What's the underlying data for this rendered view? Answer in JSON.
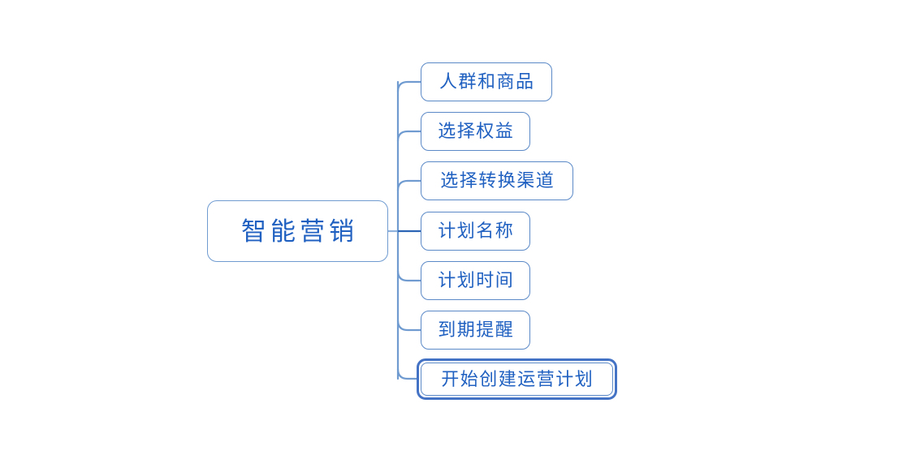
{
  "diagram": {
    "type": "mind-map",
    "background_color": "#ffffff",
    "node_border_color": "#5b89c7",
    "node_text_color": "#1f60c0",
    "connector_color": "#6f9bd1",
    "selected_frame_color": "#4472c4",
    "root": {
      "label": "智能营销"
    },
    "children": [
      {
        "label": "人群和商品",
        "selected": "false"
      },
      {
        "label": "选择权益",
        "selected": "false"
      },
      {
        "label": "选择转换渠道",
        "selected": "false"
      },
      {
        "label": "计划名称",
        "selected": "false"
      },
      {
        "label": "计划时间",
        "selected": "false"
      },
      {
        "label": "到期提醒",
        "selected": "false"
      },
      {
        "label": "开始创建运营计划",
        "selected": "true"
      }
    ]
  }
}
